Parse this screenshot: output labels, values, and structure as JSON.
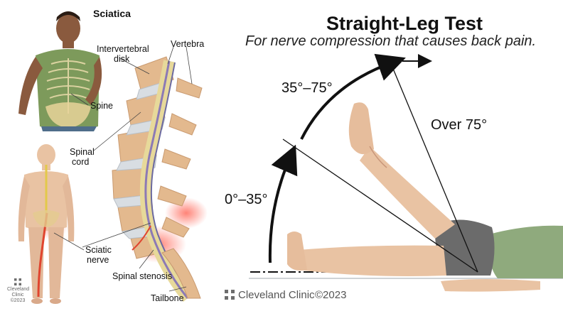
{
  "left_panel": {
    "heading": "Sciatica",
    "labels": {
      "intervertebral_disk_line1": "Intervertebral",
      "intervertebral_disk_line2": "disk",
      "vertebra": "Vertebra",
      "spine": "Spine",
      "spinal_cord_line1": "Spinal",
      "spinal_cord_line2": "cord",
      "sciatic_nerve_line1": "Sciatic",
      "sciatic_nerve_line2": "nerve",
      "spinal_stenosis": "Spinal stenosis",
      "tailbone": "Tailbone"
    },
    "logo": {
      "line1": "Cleveland",
      "line2": "Clinic",
      "year": "©2023"
    }
  },
  "right_panel": {
    "title": "Straight-Leg Test",
    "subtitle": "For nerve compression that causes back pain.",
    "angles": {
      "low": "0°–35°",
      "mid": "35°–75°",
      "high": "Over 75°"
    },
    "footer": {
      "brand": "Cleveland Clinic",
      "year": "©2023"
    }
  },
  "colors": {
    "skin": "#e9c3a3",
    "skin_shade": "#c9977a",
    "shirt": "#7d9a5b",
    "shorts": "#6b6b6b",
    "disk": "#d8dde2",
    "bone": "#e3b98e",
    "nerve_highlight": "#e0452f",
    "arrow": "#111111"
  }
}
